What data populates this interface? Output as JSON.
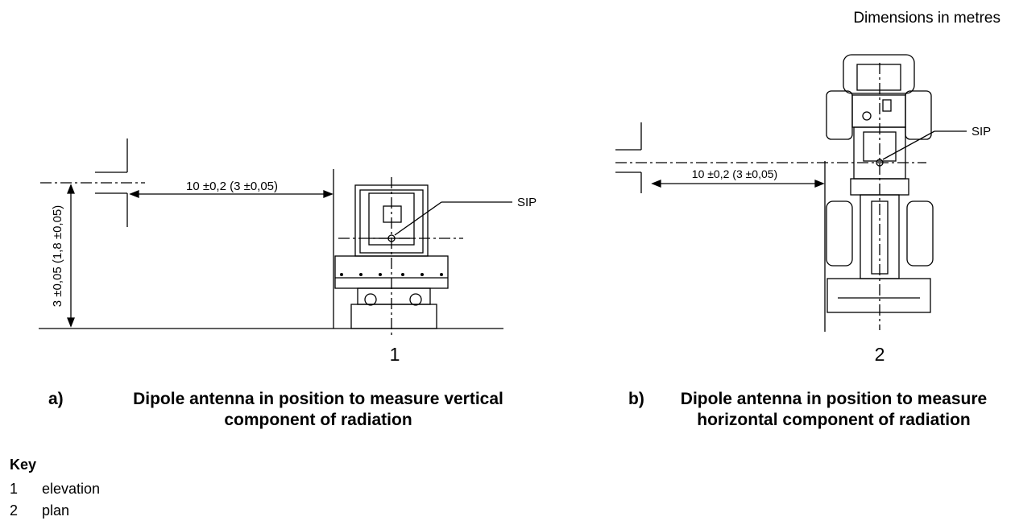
{
  "header": {
    "units_note": "Dimensions in metres"
  },
  "figure_a": {
    "horizontal_dim": "10 ±0,2 (3 ±0,05)",
    "vertical_dim": "3 ±0,05 (1,8 ±0,05)",
    "sip_label": "SIP",
    "view_number": "1",
    "caption_letter": "a)",
    "caption_text": "Dipole antenna in position to measure vertical component of radiation"
  },
  "figure_b": {
    "horizontal_dim": "10 ±0,2 (3 ±0,05)",
    "sip_label": "SIP",
    "view_number": "2",
    "caption_letter": "b)",
    "caption_text": "Dipole antenna in position to measure horizontal component of radiation"
  },
  "key": {
    "title": "Key",
    "items": [
      {
        "number": "1",
        "label": "elevation"
      },
      {
        "number": "2",
        "label": "plan"
      }
    ]
  }
}
